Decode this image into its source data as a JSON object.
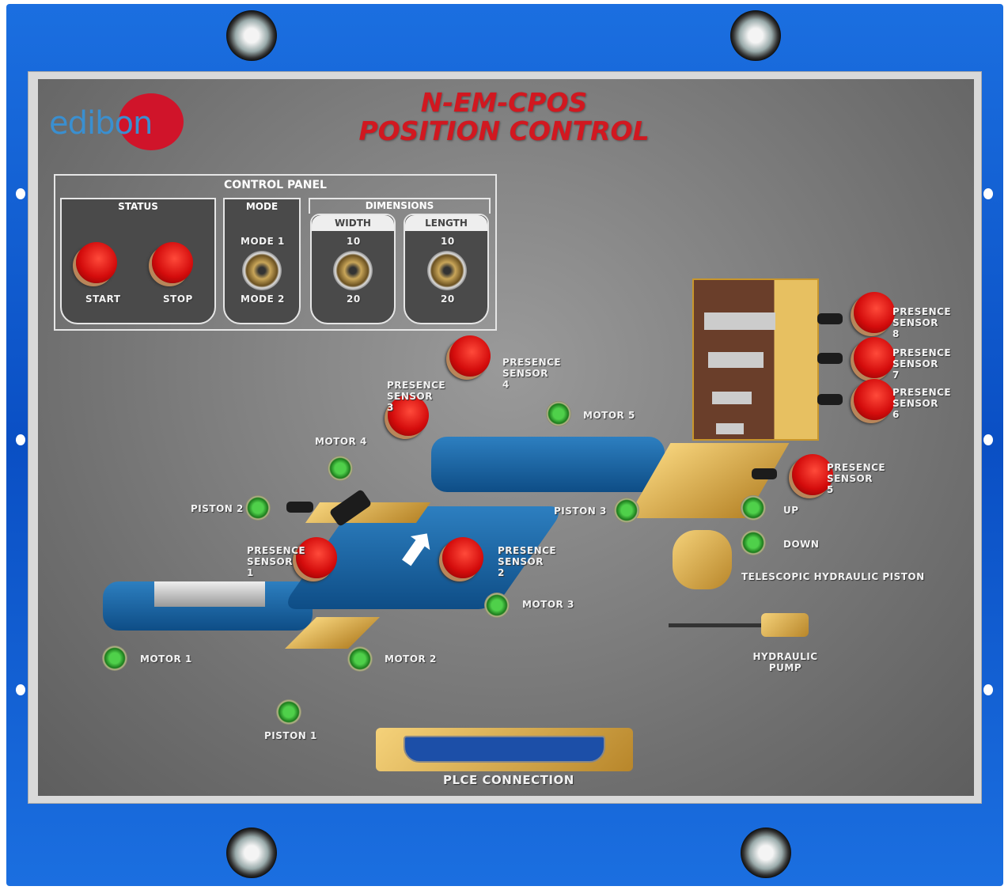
{
  "brand": {
    "logo": "edibon"
  },
  "title": {
    "line1": "N-EM-CPOS",
    "line2": "POSITION CONTROL"
  },
  "control_panel": {
    "title": "CONTROL PANEL",
    "status": {
      "title": "STATUS",
      "start": "START",
      "stop": "STOP"
    },
    "mode": {
      "title": "MODE",
      "top": "MODE 1",
      "bottom": "MODE 2"
    },
    "dimensions": {
      "title": "DIMENSIONS",
      "width": {
        "title": "WIDTH",
        "top": "10",
        "bottom": "20"
      },
      "length": {
        "title": "LENGTH",
        "top": "10",
        "bottom": "20"
      }
    }
  },
  "labels": {
    "sensor1": "PRESENCE SENSOR 1",
    "sensor2": "PRESENCE SENSOR 2",
    "sensor3": "PRESENCE SENSOR 3",
    "sensor4": "PRESENCE SENSOR 4",
    "sensor5": "PRESENCE SENSOR 5",
    "sensor6": "PRESENCE SENSOR 6",
    "sensor7": "PRESENCE SENSOR 7",
    "sensor8": "PRESENCE SENSOR 8",
    "motor1": "MOTOR 1",
    "motor2": "MOTOR 2",
    "motor3": "MOTOR 3",
    "motor4": "MOTOR 4",
    "motor5": "MOTOR 5",
    "piston1": "PISTON 1",
    "piston2": "PISTON 2",
    "piston3": "PISTON 3",
    "up": "UP",
    "down": "DOWN",
    "telescopic": "TELESCOPIC HYDRAULIC PISTON",
    "pump": "HYDRAULIC PUMP",
    "plc": "PLCE CONNECTION"
  },
  "colors": {
    "frame": "#0a4fc4",
    "title": "#d11820",
    "belt": "#0e4d86"
  }
}
